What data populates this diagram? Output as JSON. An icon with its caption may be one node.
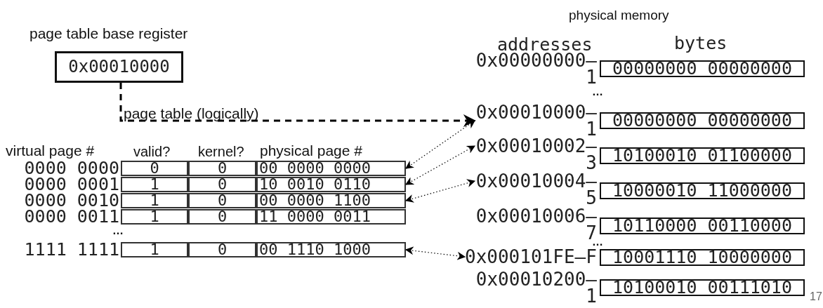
{
  "diagram": {
    "nodes": [
      {
        "text": [
          "page table base register",
          "0x00010000"
        ]
      },
      {
        "text": [
          "0",
          "0",
          "00 0000 0000"
        ],
        "beside": [
          "0000 0000"
        ]
      },
      {
        "text": [
          "1",
          "0",
          "10 0010 0110"
        ],
        "beside": [
          "0000 0001"
        ]
      },
      {
        "text": [
          "1",
          "0",
          "00 0000 1100"
        ],
        "beside": [
          "0000 0010"
        ]
      },
      {
        "text": [
          "1",
          "0",
          "11 0000 0011"
        ],
        "beside": [
          "0000 0011"
        ]
      },
      {
        "text": [
          "1",
          "0",
          "00 1110 1000"
        ],
        "beside": [
          "1111 1111"
        ]
      },
      {
        "text": [
          "0x00000000–1",
          "00000000 00000000"
        ]
      },
      {
        "text": [
          "0x00010000–1",
          "00000000 00000000"
        ]
      },
      {
        "text": [
          "0x00010002–3",
          "10100010 01100000"
        ]
      },
      {
        "text": [
          "0x00010004–5",
          "10000010 11000000"
        ]
      },
      {
        "text": [
          "0x00010006–7",
          "10110000 00110000"
        ]
      },
      {
        "text": [
          "0x000101FE–F",
          "10001110 10000000"
        ]
      },
      {
        "text": [
          "0x00010200–1",
          "10100010 00111010"
        ]
      }
    ],
    "edges": [
      {
        "from": 0,
        "to": 7,
        "arrow": "to",
        "style": "dashed"
      },
      {
        "from": 1,
        "to": 7,
        "arrow": "both"
      },
      {
        "from": 2,
        "to": 8,
        "arrow": "both"
      },
      {
        "from": 3,
        "to": 9,
        "arrow": "both"
      },
      {
        "from": 5,
        "to": 11,
        "arrow": "both"
      }
    ],
    "labels": [
      "physical memory",
      "addresses",
      "bytes",
      "…",
      "page table (logically)",
      "virtual page #",
      "valid?",
      "kernel?",
      "physical page #",
      "…",
      "…",
      "17"
    ]
  }
}
